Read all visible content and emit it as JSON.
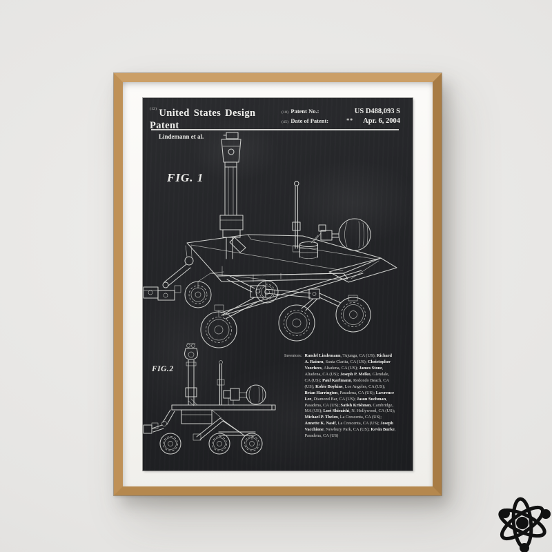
{
  "poster": {
    "header": {
      "doc_code": "(12)",
      "doc_title": "United States Design Patent",
      "author_line": "Lindemann et al.",
      "patent_no_code": "(10)",
      "patent_no_label": "Patent No.:",
      "patent_no_value": "US D488,093 S",
      "date_code": "(45)",
      "date_label": "Date of Patent:",
      "date_prefix": "**",
      "date_value": "Apr. 6, 2004"
    },
    "figures": {
      "fig1_label": "FIG. 1",
      "fig2_label": "FIG.2"
    },
    "inventors": {
      "label": "Inventors:",
      "list": [
        {
          "name": "Randel Lindemann",
          "location": "Tujunga, CA (US)"
        },
        {
          "name": "Richard A. Rainen",
          "location": "Santa Clarita, CA (US)"
        },
        {
          "name": "Christopher Voorhees",
          "location": "Altadena, CA (US)"
        },
        {
          "name": "James Stone",
          "location": "Altadena, CA (US)"
        },
        {
          "name": "Joseph P. Melko",
          "location": "Glendale, CA (US)"
        },
        {
          "name": "Paul Karlmann",
          "location": "Redondo Beach, CA (US)"
        },
        {
          "name": "Kobie Boykins",
          "location": "Los Angeles, CA (US)"
        },
        {
          "name": "Brian Harrington",
          "location": "Pasadena, CA (US)"
        },
        {
          "name": "Lawrence Lee",
          "location": "Diamond Bar, CA (US)"
        },
        {
          "name": "Jason Suchman",
          "location": "Pasadena, CA (US)"
        },
        {
          "name": "Satish Krishnan",
          "location": "Cambridge, MA (US)"
        },
        {
          "name": "Lori Shiraishi",
          "location": "N. Hollywood, CA (US)"
        },
        {
          "name": "Michael P. Thelen",
          "location": "La Crescenta, CA (US)"
        },
        {
          "name": "Annette K. Nasif",
          "location": "La Crescenta, CA (US)"
        },
        {
          "name": "Joseph Vacchione",
          "location": "Newbury Park, CA (US)"
        },
        {
          "name": "Kevin Burke",
          "location": "Pasadena, CA (US)"
        }
      ]
    }
  },
  "colors": {
    "wall": "#e6e5e3",
    "frame_wood": "#b68a50",
    "mat": "#f8f7f4",
    "chalkboard": "#232428",
    "chalk_line": "#dcddda",
    "logo_black": "#111111"
  }
}
